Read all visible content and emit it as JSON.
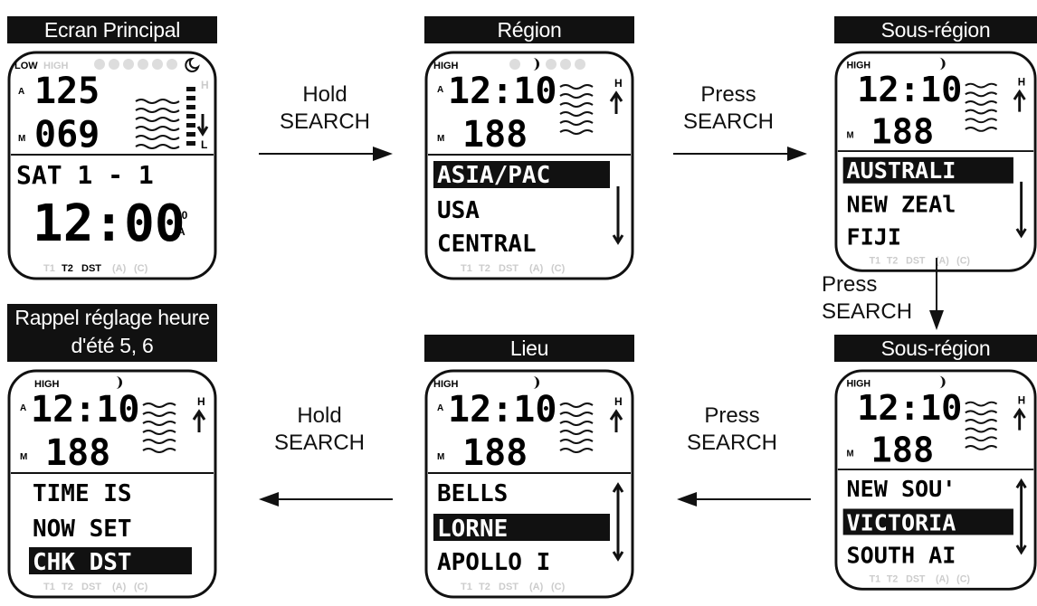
{
  "panels": [
    {
      "id": "ecran-principal",
      "title": "Ecran Principal",
      "top_left_label": "LOW",
      "top_label": "HIGH",
      "row1": "125",
      "row2": "069",
      "line1": "SAT   1 -  1",
      "clock": "12:00",
      "bottom_labels": [
        "T1",
        "T2",
        "DST",
        "(A)",
        "(C)"
      ],
      "right_letters": [
        "H",
        "L"
      ]
    },
    {
      "id": "region",
      "title": "Région",
      "top_label": "HIGH",
      "row1": "12:10",
      "row2": "188",
      "lines": [
        "ASIA/PAC",
        "USA",
        "CENTRAL"
      ],
      "bottom_labels": [
        "T1",
        "T2",
        "DST",
        "(A)",
        "(C)"
      ],
      "right_letters": [
        "H"
      ]
    },
    {
      "id": "sous-region-1",
      "title": "Sous-région",
      "top_label": "HIGH",
      "row1": "12:10",
      "row2": "188",
      "lines": [
        "AUSTRALI",
        "NEW ZEAl",
        "FIJI"
      ],
      "bottom_labels": [
        "T1",
        "T2",
        "DST",
        "(A)",
        "(C)"
      ],
      "right_letters": [
        "H"
      ]
    },
    {
      "id": "sous-region-2",
      "title": "Sous-région",
      "top_label": "HIGH",
      "row1": "12:10",
      "row2": "188",
      "lines": [
        "NEW SOU'",
        "VICTORIA",
        "SOUTH AI"
      ],
      "bottom_labels": [
        "T1",
        "T2",
        "DST",
        "(A)",
        "(C)"
      ],
      "right_letters": [
        "H"
      ]
    },
    {
      "id": "lieu",
      "title": "Lieu",
      "top_label": "HIGH",
      "row1": "12:10",
      "row2": "188",
      "lines": [
        "BELLS",
        "LORNE",
        "APOLLO I"
      ],
      "bottom_labels": [
        "T1",
        "T2",
        "DST",
        "(A)",
        "(C)"
      ],
      "right_letters": [
        "H"
      ]
    },
    {
      "id": "rappel",
      "title": "Rappel réglage heure d'été 5, 6",
      "top_label": "HIGH",
      "row1": "12:10",
      "row2": "188",
      "lines": [
        "TIME IS",
        "NOW SET",
        "CHK DST"
      ],
      "bottom_labels": [
        "T1",
        "T2",
        "DST",
        "(A)",
        "(C)"
      ],
      "right_letters": [
        "H"
      ]
    }
  ],
  "arrows": [
    {
      "id": "a1",
      "label_line1": "Hold",
      "label_line2": "SEARCH"
    },
    {
      "id": "a2",
      "label_line1": "Press",
      "label_line2": "SEARCH"
    },
    {
      "id": "a3",
      "label_line1": "Press",
      "label_line2": "SEARCH"
    },
    {
      "id": "a4",
      "label_line1": "Press",
      "label_line2": "SEARCH"
    },
    {
      "id": "a5",
      "label_line1": "Hold",
      "label_line2": "SEARCH"
    }
  ],
  "colors": {
    "ink": "#111111",
    "ghost": "#d6d6d6",
    "bg": "#ffffff"
  }
}
